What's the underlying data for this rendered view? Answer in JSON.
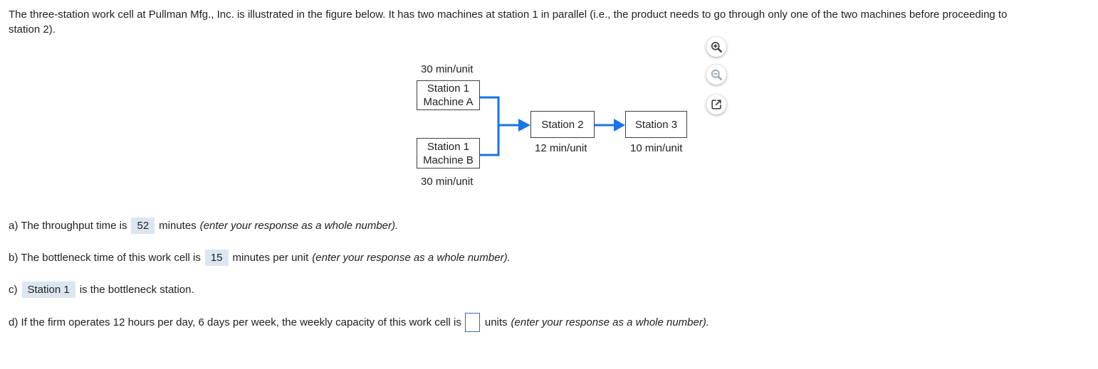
{
  "intro": {
    "line1": "The three-station work cell at Pullman Mfg., Inc. is illustrated in the figure below. It has two machines at station 1 in parallel (i.e., the product needs to go through only one of the two machines before proceeding to",
    "line2": "station 2)."
  },
  "figure": {
    "machine_a": {
      "name_line1": "Station 1",
      "name_line2": "Machine A",
      "rate": "30 min/unit"
    },
    "machine_b": {
      "name_line1": "Station 1",
      "name_line2": "Machine B",
      "rate": "30 min/unit"
    },
    "station_2": {
      "label": "Station 2",
      "rate": "12 min/unit"
    },
    "station_3": {
      "label": "Station 3",
      "rate": "10 min/unit"
    }
  },
  "toolbar": {
    "zoom_in_icon": "zoom-in",
    "zoom_out_icon": "zoom-out",
    "open_window_icon": "open-in-new-window"
  },
  "questions": {
    "a": {
      "prefix": "a) The throughput time is",
      "answer": "52",
      "unit": "minutes",
      "note": "(enter your response as a whole number)."
    },
    "b": {
      "prefix": "b) The bottleneck time of this work cell is",
      "answer": "15",
      "unit": "minutes per unit",
      "note": "(enter your response as a whole number)."
    },
    "c": {
      "prefix": "c)",
      "answer": "Station 1",
      "suffix": "is the bottleneck station."
    },
    "d": {
      "prefix": "d) If the firm operates 12 hours per day, 6 days per week, the weekly capacity of this work cell is",
      "answer": "",
      "unit": "units",
      "note": "(enter your response as a whole number)."
    }
  },
  "colors": {
    "text": "#212121",
    "arrow_blue": "#1a73e8",
    "answer_highlight": "#dce6f1",
    "input_border": "#3a6bb5",
    "box_border": "#3f3f3f"
  }
}
